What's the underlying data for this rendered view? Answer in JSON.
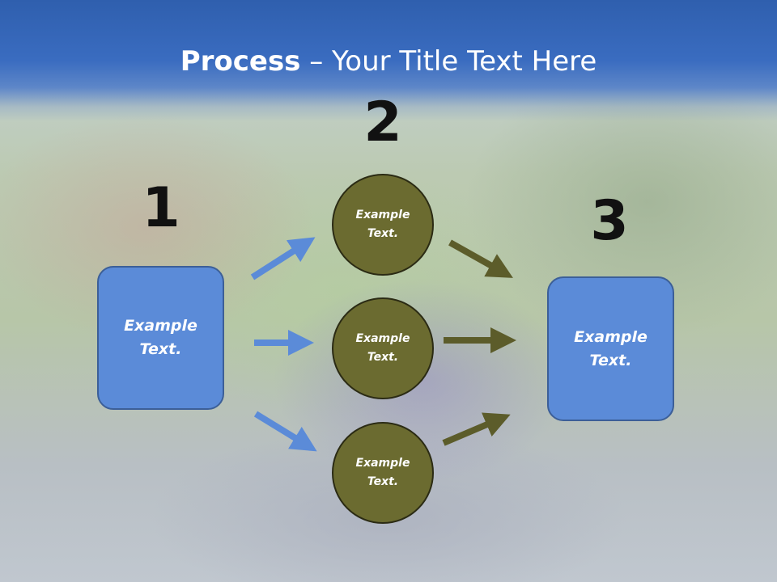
{
  "title": {
    "bold": "Process",
    "rest": " – Your Title Text Here"
  },
  "steps": {
    "one": "1",
    "two": "2",
    "three": "3"
  },
  "left_box": {
    "text": "Example\nText."
  },
  "circles": [
    {
      "text": "Example\nText."
    },
    {
      "text": "Example\nText."
    },
    {
      "text": "Example\nText."
    }
  ],
  "right_box": {
    "text": "Example\nText."
  },
  "colors": {
    "box_fill": "#5b8bd8",
    "circle_fill": "#6b6b30",
    "blue_arrow": "#5b8bd8",
    "olive_arrow": "#5c5c2a"
  }
}
